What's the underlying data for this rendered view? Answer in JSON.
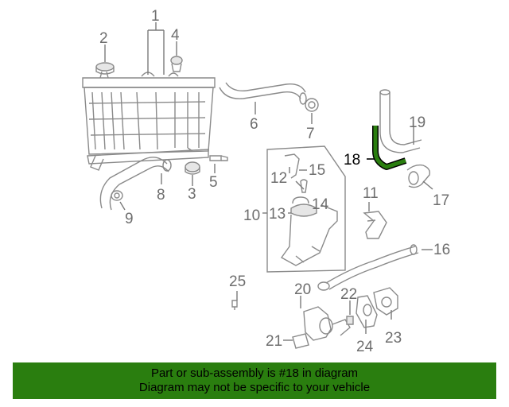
{
  "callouts": [
    "1",
    "2",
    "3",
    "4",
    "5",
    "6",
    "7",
    "8",
    "9",
    "10",
    "11",
    "12",
    "13",
    "14",
    "15",
    "16",
    "17",
    "18",
    "19",
    "20",
    "21",
    "22",
    "23",
    "24",
    "25"
  ],
  "highlighted_part": "18",
  "colors": {
    "highlight": "#2a7e0f",
    "line": "#8a8a8a",
    "label": "#6e6e6e"
  },
  "banner": {
    "line1": "Part or sub-assembly is #18 in diagram",
    "line2": "Diagram may not be specific to your vehicle"
  }
}
